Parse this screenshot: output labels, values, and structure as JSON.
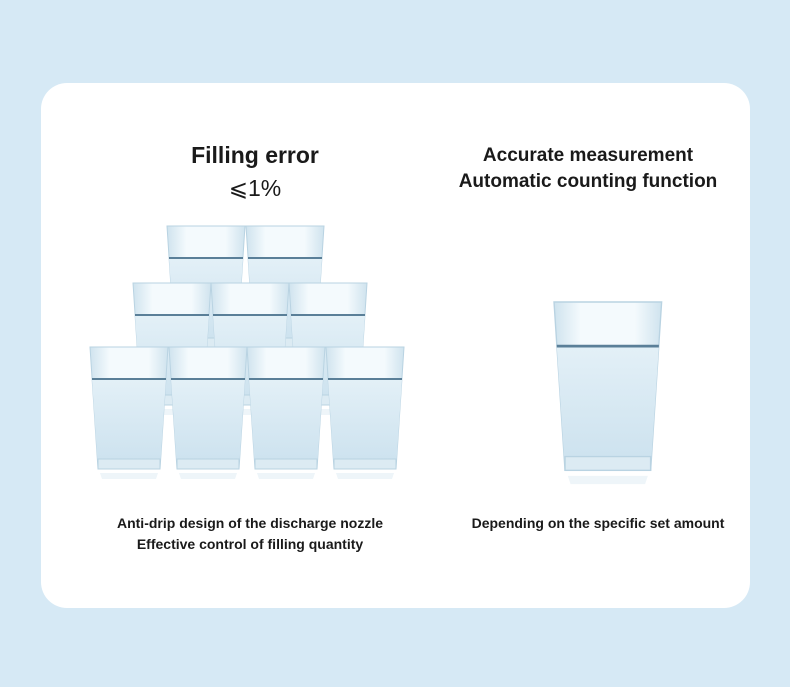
{
  "left_panel": {
    "title": "Filling error",
    "subtitle": "⩽1%",
    "caption_line1": "Anti-drip design of the discharge nozzle",
    "caption_line2": "Effective control of filling quantity"
  },
  "right_panel": {
    "title_line1": "Accurate measurement",
    "title_line2": "Automatic counting function",
    "caption": "Depending on the specific set amount"
  },
  "colors": {
    "page_background": "#d6e9f5",
    "card_background": "#ffffff",
    "text": "#1a1a1a",
    "water_line": "#5a7f98"
  }
}
